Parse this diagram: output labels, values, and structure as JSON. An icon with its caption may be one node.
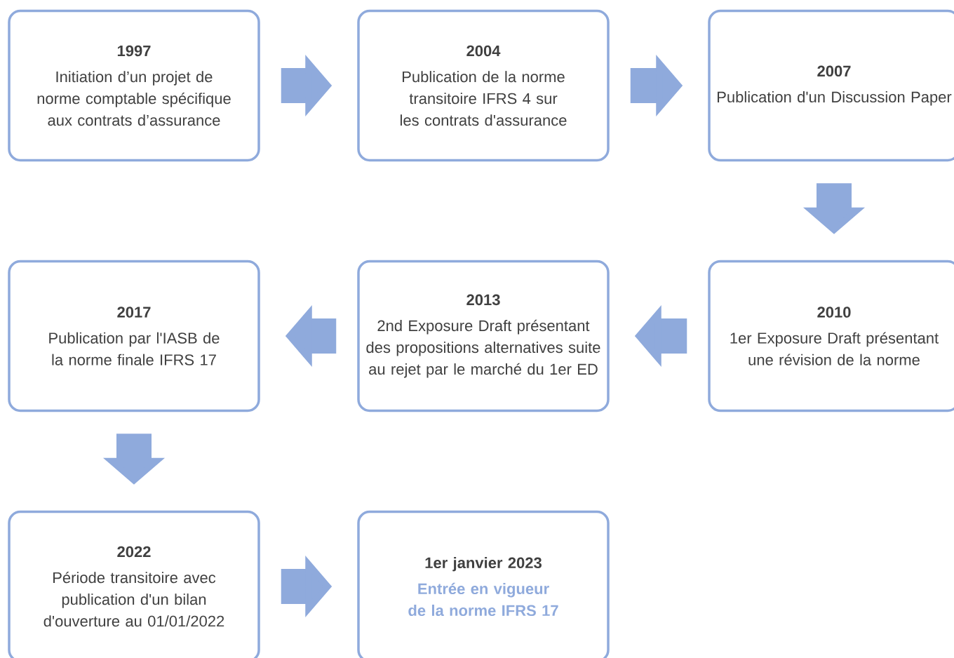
{
  "diagram": {
    "nodes": [
      {
        "text": [
          "1997",
          "Initiation d’un projet de norme comptable spécifique aux contrats d’assurance"
        ]
      },
      {
        "text": [
          "2004",
          "Publication de la norme transitoire IFRS 4 sur les contrats d'assurance"
        ]
      },
      {
        "text": [
          "2007",
          "Publication d'un Discussion Paper"
        ]
      },
      {
        "text": [
          "2017",
          "Publication par l'IASB de la norme finale IFRS 17"
        ]
      },
      {
        "text": [
          "2013",
          "2nd Exposure Draft présentant des propositions alternatives suite au rejet par le marché du 1er ED"
        ]
      },
      {
        "text": [
          "2010",
          "1er Exposure Draft présentant une révision de la norme"
        ]
      },
      {
        "text": [
          "2022",
          "Période transitoire avec publication d'un bilan d'ouverture au 01/01/2022"
        ]
      },
      {
        "text": [
          "1er janvier 2023",
          "Entrée en vigueur de la norme IFRS 17"
        ]
      }
    ],
    "edges": [
      {
        "from": 0,
        "to": 1,
        "arrow": "to"
      },
      {
        "from": 1,
        "to": 2,
        "arrow": "to"
      },
      {
        "from": 2,
        "to": 5,
        "arrow": "to"
      },
      {
        "from": 5,
        "to": 4,
        "arrow": "to"
      },
      {
        "from": 4,
        "to": 3,
        "arrow": "to"
      },
      {
        "from": 3,
        "to": 6,
        "arrow": "to"
      },
      {
        "from": 6,
        "to": 7,
        "arrow": "to"
      }
    ]
  }
}
